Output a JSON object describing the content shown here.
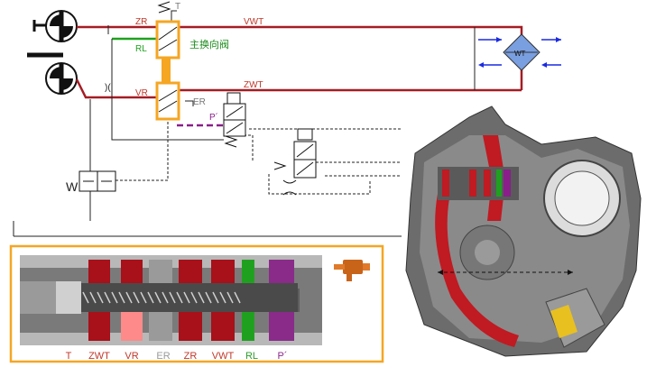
{
  "schematic": {
    "valve_title": "主换向阀",
    "labels": {
      "zr": "ZR",
      "rl": "RL",
      "vr": "VR",
      "t": "T",
      "er": "ER",
      "p": "P´",
      "vwt": "VWT",
      "zwt": "ZWT",
      "wt": "WT",
      "w": "W",
      "tank": "⊥",
      "restrictor": ")("
    }
  },
  "cutaway": {
    "ports": [
      {
        "id": "t",
        "label": "T",
        "color": "#c0392b"
      },
      {
        "id": "zwt",
        "label": "ZWT",
        "color": "#c0392b"
      },
      {
        "id": "vr",
        "label": "VR",
        "color": "#c0392b"
      },
      {
        "id": "er",
        "label": "ER",
        "color": "#9a9a9a"
      },
      {
        "id": "zr",
        "label": "ZR",
        "color": "#c0392b"
      },
      {
        "id": "vwt",
        "label": "VWT",
        "color": "#c0392b"
      },
      {
        "id": "rl",
        "label": "RL",
        "color": "#2e9b2e"
      },
      {
        "id": "p",
        "label": "P´",
        "color": "#8a2b8a"
      }
    ]
  },
  "colors": {
    "pressure_red": "#b3202a",
    "pressure_line": "#a51c24",
    "return_green": "#1fa11f",
    "pilot_purple": "#8a1f8a",
    "valve_orange": "#f5a623",
    "heat_exchanger_blue": "#7a9fe0",
    "label_red": "#c0392b"
  }
}
